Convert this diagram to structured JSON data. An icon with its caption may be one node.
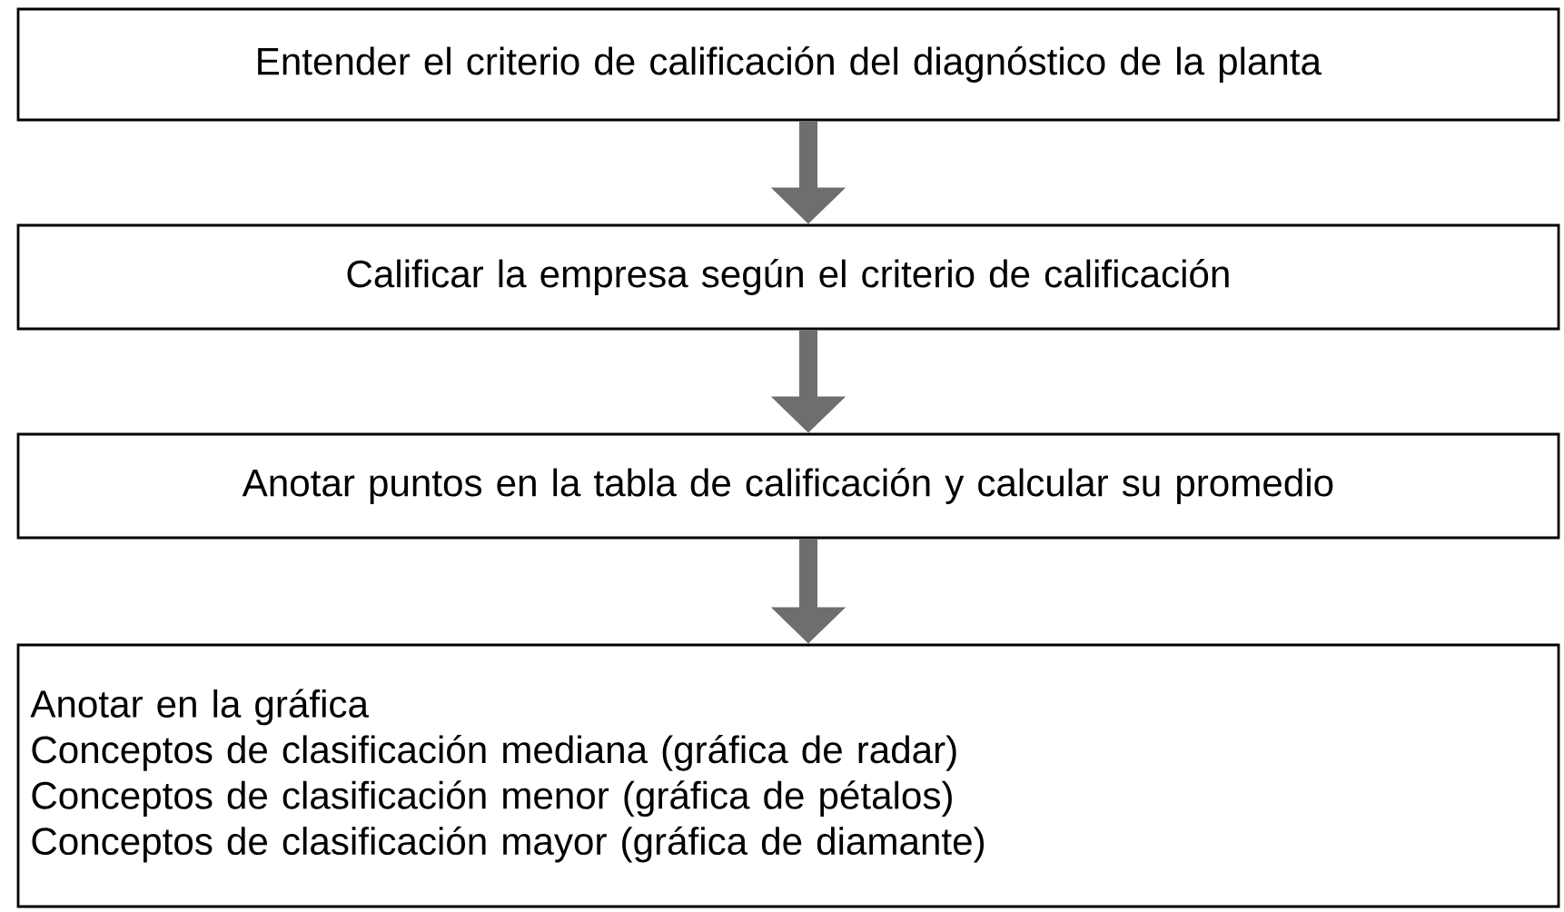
{
  "diagram": {
    "nodes": [
      {
        "text": [
          "Entender el criterio de calificación del diagnóstico de la planta"
        ]
      },
      {
        "text": [
          "Calificar la empresa según el criterio de calificación"
        ]
      },
      {
        "text": [
          "Anotar puntos en la tabla de calificación y calcular su promedio"
        ]
      },
      {
        "text": [
          "Anotar en la gráfica",
          "Conceptos de clasificación mediana (gráfica de radar)",
          "Conceptos de clasificación menor (gráfica de pétalos)",
          "Conceptos de clasificación mayor (gráfica de diamante)"
        ]
      }
    ],
    "edges": [
      {
        "from": 0,
        "to": 1,
        "arrow": "to"
      },
      {
        "from": 1,
        "to": 2,
        "arrow": "to"
      },
      {
        "from": 2,
        "to": 3,
        "arrow": "to"
      }
    ]
  }
}
